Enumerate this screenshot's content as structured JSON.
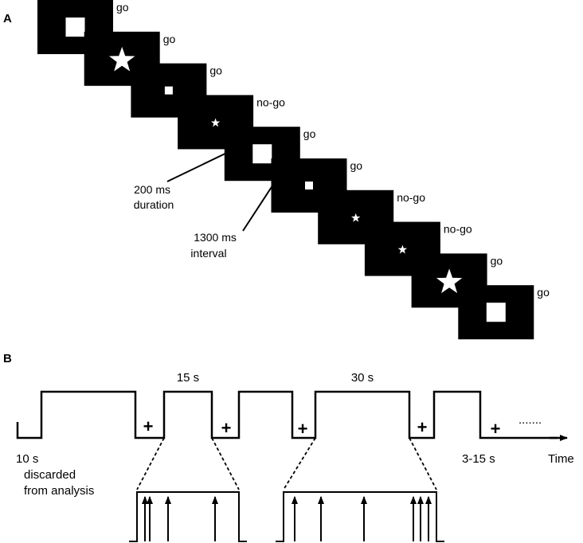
{
  "panel_a": {
    "label": "A",
    "trials": [
      {
        "stimulus": "square-large",
        "response": "go"
      },
      {
        "stimulus": "star-large",
        "response": "go"
      },
      {
        "stimulus": "square-small",
        "response": "go"
      },
      {
        "stimulus": "star-small",
        "response": "no-go"
      },
      {
        "stimulus": "square-large",
        "response": "go"
      },
      {
        "stimulus": "square-small",
        "response": "go"
      },
      {
        "stimulus": "star-small",
        "response": "no-go"
      },
      {
        "stimulus": "star-small",
        "response": "no-go"
      },
      {
        "stimulus": "star-large",
        "response": "go"
      },
      {
        "stimulus": "square-large",
        "response": "go"
      }
    ],
    "duration_label": [
      "200 ms",
      "duration"
    ],
    "interval_label": [
      "1300 ms",
      "interval"
    ],
    "colors": {
      "frame": "#000000",
      "stimulus": "#ffffff"
    }
  },
  "panel_b": {
    "label": "B",
    "block_label_1": "15 s",
    "block_label_2": "30 s",
    "rest_symbol": "+",
    "ellipsis": ".......",
    "discard_label": [
      "10 s",
      "discarded",
      "from analysis"
    ],
    "rest_duration_label": "3-15 s",
    "time_label": "Time"
  }
}
